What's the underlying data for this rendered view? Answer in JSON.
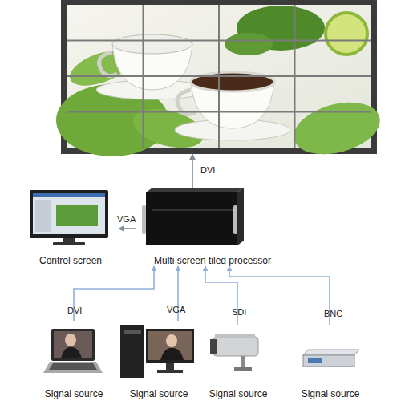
{
  "diagram": {
    "nodes": [
      {
        "text": []
      },
      {
        "text": [
          "Control screen"
        ]
      },
      {
        "text": [
          "Multi screen tiled processor"
        ]
      },
      {
        "text": [
          "Signal source"
        ]
      },
      {
        "text": [
          "Signal source"
        ]
      },
      {
        "text": [
          "Signal source"
        ]
      },
      {
        "text": [
          "Signal source"
        ]
      }
    ],
    "edges": [
      {
        "from": 2,
        "to": 0,
        "label": "DVI",
        "arrow": "to"
      },
      {
        "from": 2,
        "to": 1,
        "label": "VGA",
        "arrow": "to"
      },
      {
        "from": 3,
        "to": 2,
        "label": "DVI",
        "arrow": "to"
      },
      {
        "from": 4,
        "to": 2,
        "label": "VGA",
        "arrow": "to"
      },
      {
        "from": 5,
        "to": 2,
        "label": "SDI",
        "arrow": "to"
      },
      {
        "from": 6,
        "to": 2,
        "label": "BNC",
        "arrow": "to"
      }
    ]
  }
}
